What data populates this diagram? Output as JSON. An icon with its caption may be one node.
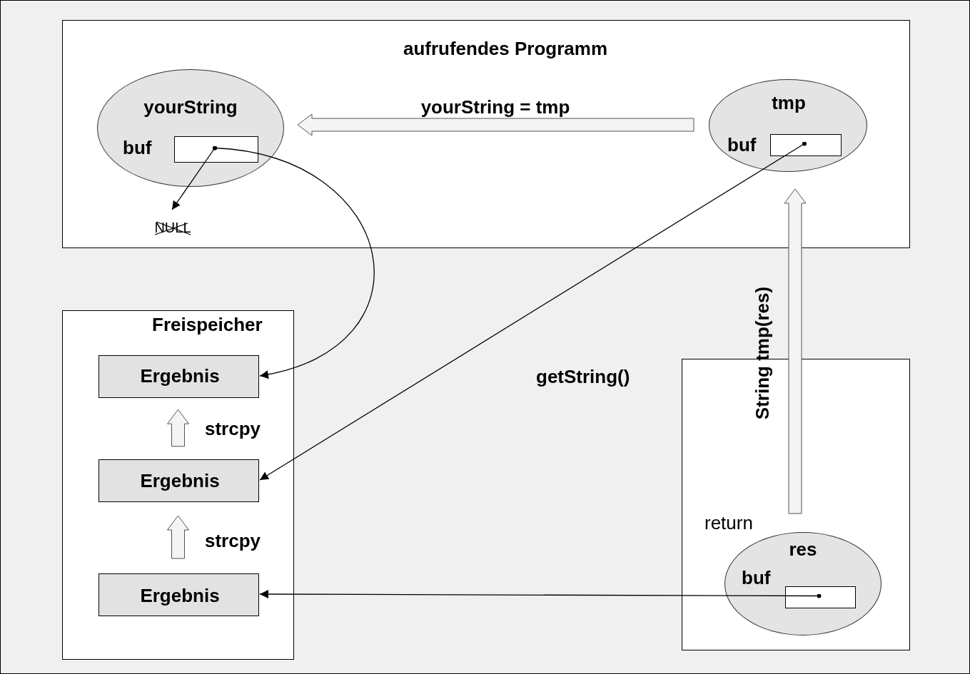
{
  "diagram": {
    "nodes": [
      {
        "text": [
          "aufrufendes Programm"
        ]
      },
      {
        "text": [
          "yourString",
          "buf"
        ],
        "in": 0
      },
      {
        "text": [],
        "shape": "box",
        "in": 1
      },
      {
        "text": [
          "tmp",
          "buf"
        ],
        "in": 0
      },
      {
        "text": [],
        "shape": "box",
        "in": 3
      },
      {
        "text": [
          "NULL"
        ],
        "in": 0
      },
      {
        "text": [
          "Freispeicher"
        ]
      },
      {
        "text": [
          "Ergebnis"
        ],
        "in": 6
      },
      {
        "text": [
          "Ergebnis"
        ],
        "in": 6
      },
      {
        "text": [
          "Ergebnis"
        ],
        "in": 6
      },
      {
        "text": [
          "getString()"
        ]
      },
      {
        "text": [
          "res",
          "buf"
        ],
        "in": 10
      },
      {
        "text": [],
        "shape": "box",
        "in": 11
      }
    ],
    "edges": [
      {
        "from": 2,
        "to": 5,
        "arrow": "to"
      },
      {
        "from": 2,
        "to": 7,
        "arrow": "to"
      },
      {
        "from": 4,
        "to": 8,
        "arrow": "to"
      },
      {
        "from": 12,
        "to": 9,
        "arrow": "to"
      },
      {
        "from": 3,
        "to": 1,
        "arrow": "to",
        "label": "yourString = tmp",
        "style": "thick"
      },
      {
        "from": 11,
        "to": 3,
        "arrow": "to",
        "label": "String tmp(res)",
        "style": "thick"
      },
      {
        "from": 8,
        "to": 7,
        "arrow": "to",
        "label": "strcpy",
        "style": "thick"
      },
      {
        "from": 9,
        "to": 8,
        "arrow": "to",
        "label": "strcpy",
        "style": "thick"
      }
    ],
    "labels": [
      "return"
    ]
  }
}
